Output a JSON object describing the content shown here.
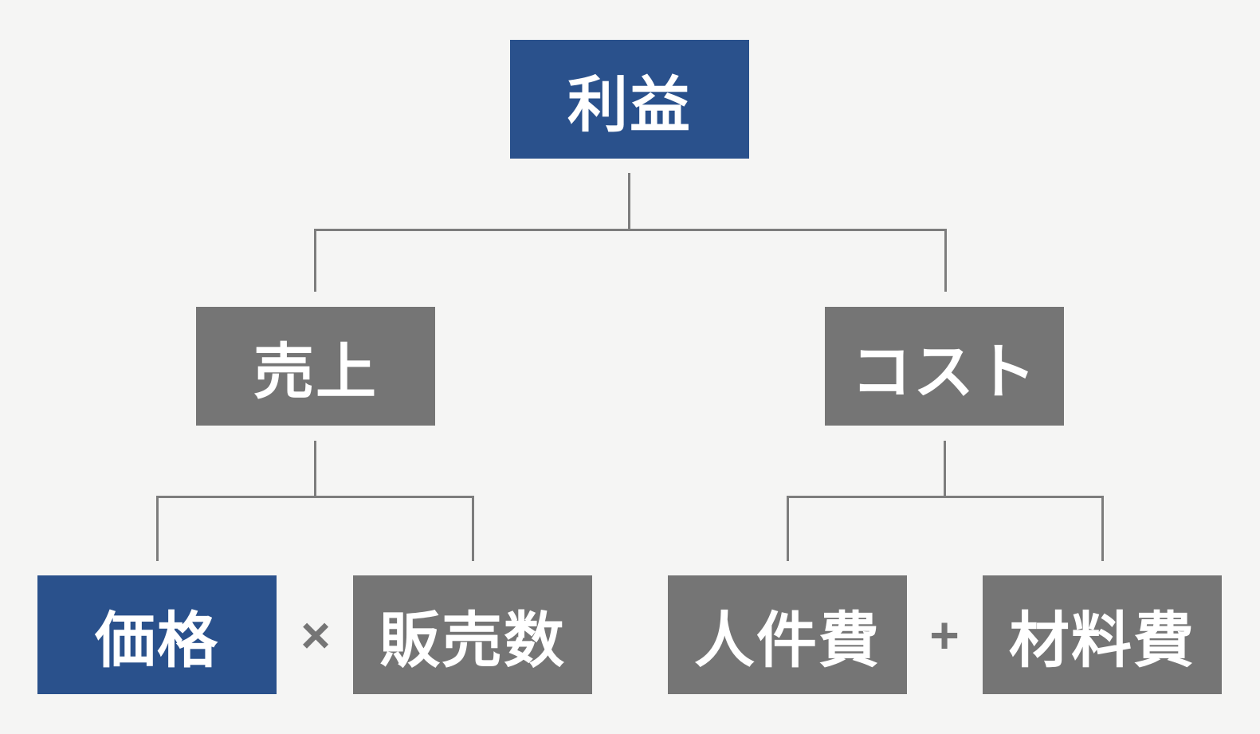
{
  "diagram": {
    "title": "profit-decomposition-logic-tree",
    "colors": {
      "background": "#f5f5f4",
      "accent_blue": "#2a518c",
      "node_gray": "#757575",
      "line_gray": "#7d7d7d",
      "text_white": "#ffffff"
    },
    "nodes": {
      "profit": {
        "label": "利益",
        "variant": "blue"
      },
      "sales": {
        "label": "売上",
        "variant": "gray"
      },
      "cost": {
        "label": "コスト",
        "variant": "gray"
      },
      "price": {
        "label": "価格",
        "variant": "blue"
      },
      "units": {
        "label": "販売数",
        "variant": "gray"
      },
      "labor": {
        "label": "人件費",
        "variant": "gray"
      },
      "material": {
        "label": "材料費",
        "variant": "gray"
      }
    },
    "operators": {
      "multiply": "×",
      "plus": "+"
    }
  }
}
